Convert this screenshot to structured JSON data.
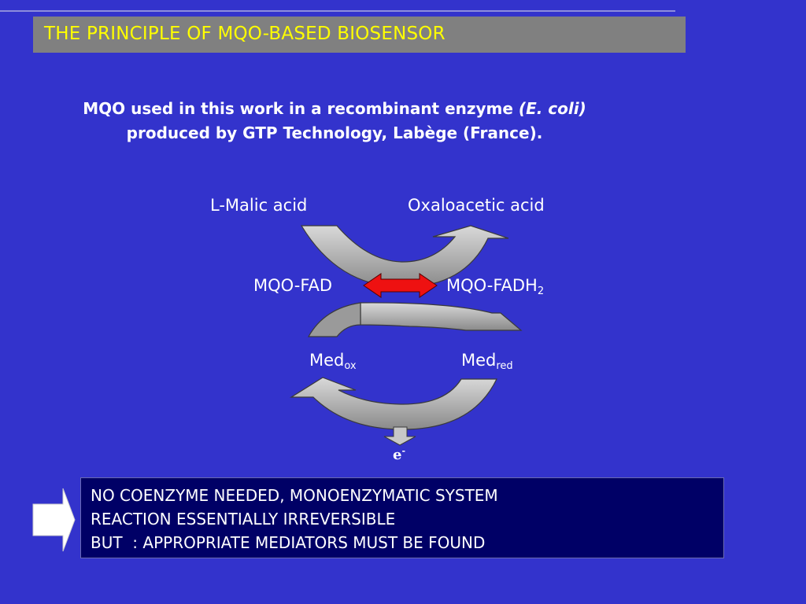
{
  "slide": {
    "title": "THE PRINCIPLE OF MQO-BASED BIOSENSOR",
    "intro": {
      "line1_before": "MQO used in this work in a recombinant enzyme ",
      "line1_italic": "(E. coli)",
      "line2": "produced by GTP Technology, Labège (France)."
    }
  },
  "diagram": {
    "substrate": "L-Malic acid",
    "product": "Oxaloacetic acid",
    "enzyme_ox": "MQO-FAD",
    "enzyme_red": "MQO-FADH",
    "enzyme_red_sub": "2",
    "med": "Med",
    "med_ox_sub": "ox",
    "med_red_sub": "red",
    "electron": "e",
    "electron_sup": "-"
  },
  "notes": {
    "line1": "NO COENZYME NEEDED, MONOENZYMATIC SYSTEM",
    "line2": "REACTION ESSENTIALLY IRREVERSIBLE",
    "line3": "BUT  : APPROPRIATE MEDIATORS MUST BE FOUND"
  },
  "colors": {
    "background": "#3333cc",
    "title_bar": "#808080",
    "title_text": "#ffff00",
    "arrow_fill": "#b5b5b5",
    "double_arrow": "#ee1111",
    "notes_box": "#000066"
  }
}
